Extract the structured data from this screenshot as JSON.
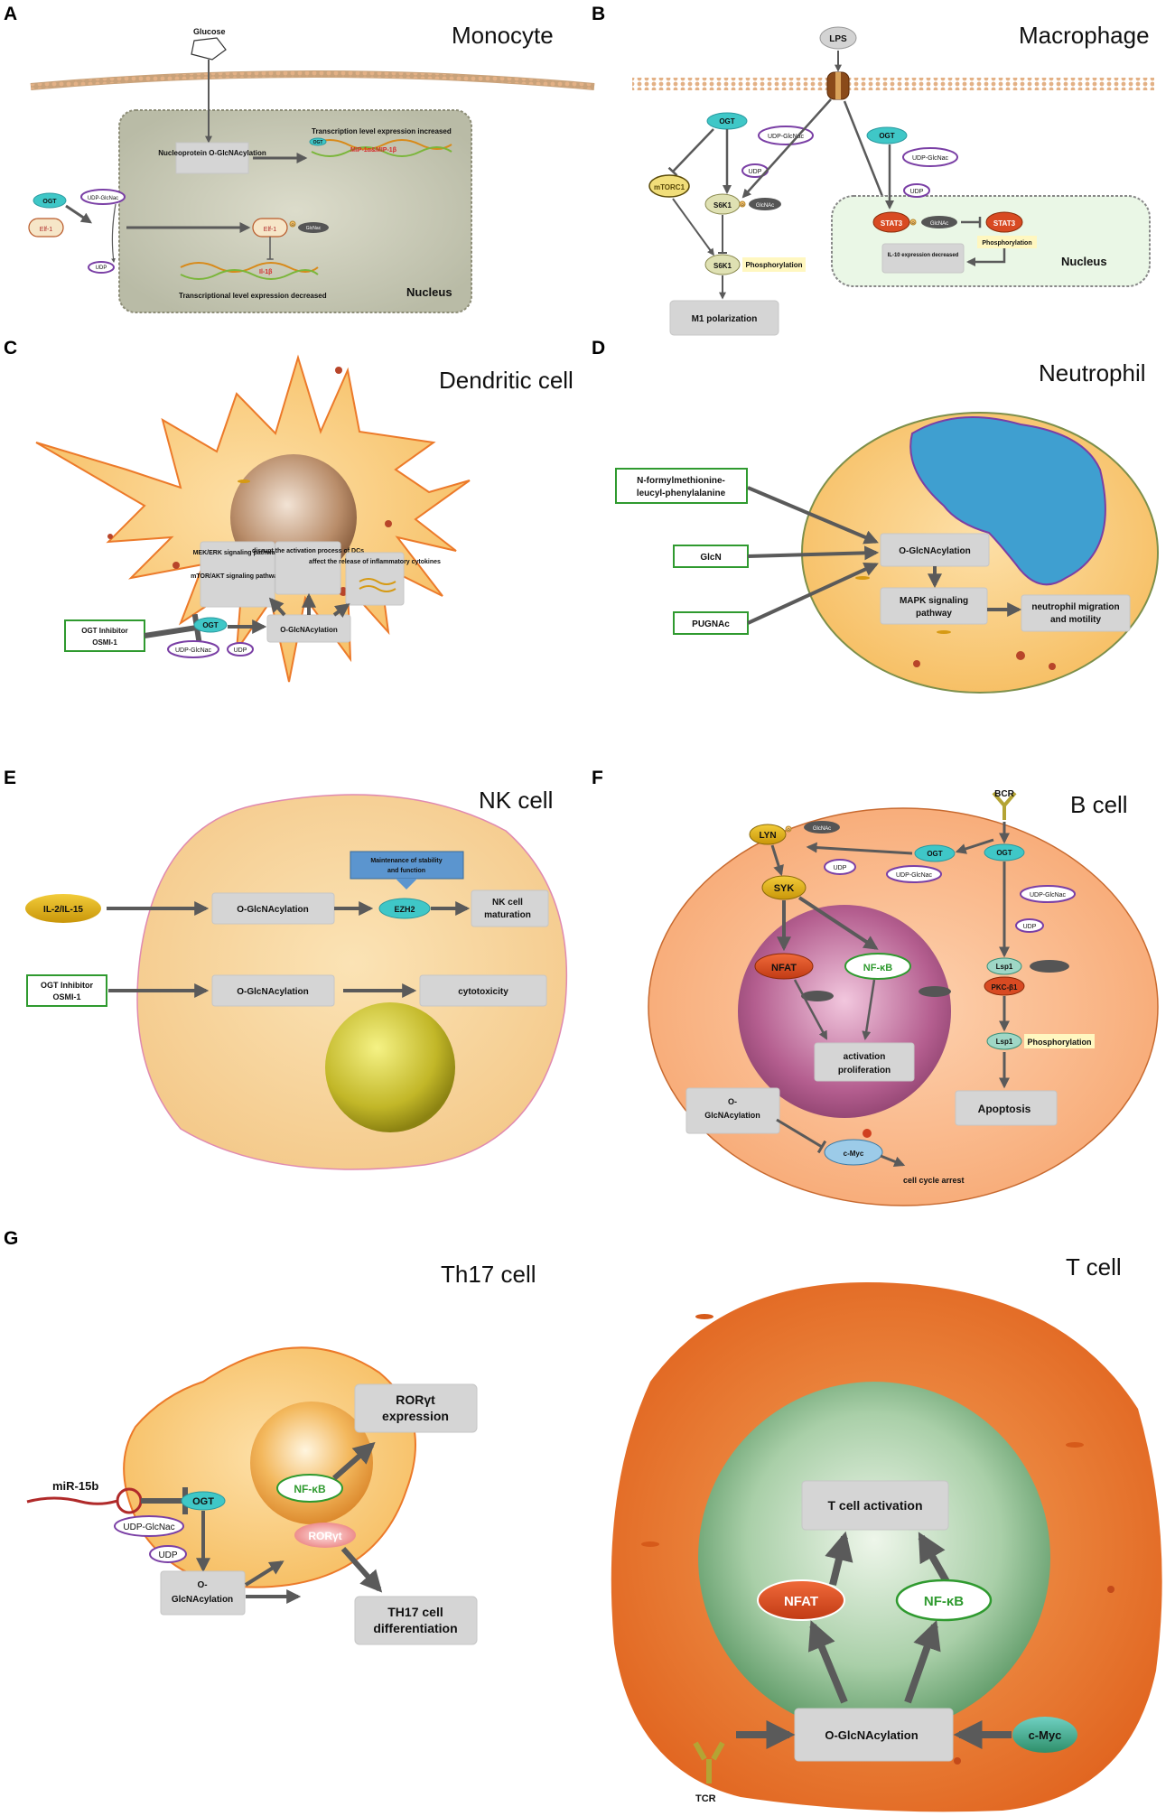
{
  "panels": {
    "a": {
      "label": "A",
      "title": "Monocyte",
      "glucose": "Glucose",
      "o_glcnac_box": "Nucleoprotein O-GlcNAcylation",
      "increased": "Transcription level expression increased",
      "gene_up": "MIP-1α&MIP-1β",
      "ogt": "OGT",
      "ogt_small": "OGT",
      "udp_glcnac": "UDP-GlcNac",
      "udp": "UDP",
      "elf1": "Elf-1",
      "elf1_nuc": "Elf-1",
      "glcnac": "GlcNac",
      "o": "O",
      "gene_down": "Il-1β",
      "decreased": "Transcriptional level expression decreased",
      "nucleus": "Nucleus"
    },
    "b": {
      "label": "B",
      "title": "Macrophage",
      "lps": "LPS",
      "ogt1": "OGT",
      "ogt2": "OGT",
      "udp_glcnac1": "UDP-GlcNac",
      "udp_glcnac2": "UDP-GlcNac",
      "udp1": "UDP",
      "udp2": "UDP",
      "mtorc1": "mTORC1",
      "s6k1a": "S6K1",
      "s6k1b": "S6K1",
      "glcnac1": "GlcNAc",
      "glcnac2": "GlcNAc",
      "o1": "O",
      "o2": "O",
      "phos1": "Phosphorylation",
      "phos2": "Phosphorylation",
      "m1": "M1 polarization",
      "stat3a": "STAT3",
      "stat3b": "STAT3",
      "il10": "IL-10 expression decreased",
      "nucleus": "Nucleus"
    },
    "c": {
      "label": "C",
      "title": "Dendritic cell",
      "mek": "MEK/ERK signaling pathways",
      "mtor": "mTOR/AKT signaling pathways",
      "disrupt": "disrupt the activation process of DCs",
      "affect": "affect the release of inflammatory cytokines",
      "inhib_1": "OGT Inhibitor",
      "inhib_2": "OSMI-1",
      "ogt": "OGT",
      "udp_glcnac": "UDP-GlcNac",
      "udp": "UDP",
      "o_glcnac": "O-GlcNAcylation"
    },
    "d": {
      "label": "D",
      "title": "Neutrophil",
      "fmlp_1": "N-formylmethionine-",
      "fmlp_2": "leucyl-phenylalanine",
      "glcn": "GlcN",
      "pugnac": "PUGNAc",
      "o_glcnac": "O-GlcNAcylation",
      "mapk_1": "MAPK signaling",
      "mapk_2": "pathway",
      "migr_1": "neutrophil migration",
      "migr_2": "and motility"
    },
    "e": {
      "label": "E",
      "title": "NK cell",
      "il": "IL-2/IL-15",
      "o_glcnac1": "O-GlcNAcylation",
      "o_glcnac2": "O-GlcNAcylation",
      "stab_1": "Maintenance of stability",
      "stab_2": "and function",
      "ezh2": "EZH2",
      "nk_1": "NK cell",
      "nk_2": "maturation",
      "inhib_1": "OGT Inhibitor",
      "inhib_2": "OSMI-1",
      "cyto": "cytotoxicity"
    },
    "f": {
      "label": "F",
      "title": "B cell",
      "bcr": "BCR",
      "lyn": "LYN",
      "syk": "SYK",
      "ogt1": "OGT",
      "ogt2": "OGT",
      "udp1": "UDP",
      "udp2": "UDP",
      "udp_glcnac1": "UDP-GlcNac",
      "udp_glcnac2": "UDP-GlcNac",
      "glcnac": "GlcNAc",
      "o": "O",
      "nfat": "NFAT",
      "nfkb": "NF-κB",
      "act_1": "activation",
      "act_2": "proliferation",
      "lsp1a": "Lsp1",
      "lsp1b": "Lsp1",
      "pkc": "PKC-β1",
      "phos": "Phosphorylation",
      "apop": "Apoptosis",
      "oglc_1": "O-",
      "oglc_2": "GlcNAcylation",
      "cmyc": "c-Myc",
      "arrest": "cell cycle arrest"
    },
    "g": {
      "label": "G",
      "title": "Th17 cell",
      "mir": "miR-15b",
      "ogt": "OGT",
      "udp_glcnac": "UDP-GlcNac",
      "udp": "UDP",
      "oglc_1": "O-",
      "oglc_2": "GlcNAcylation",
      "nfkb": "NF-κB",
      "ror": "RORγt",
      "rorexp_1": "RORγt",
      "rorexp_2": "expression",
      "th17_1": "TH17 cell",
      "th17_2": "differentiation"
    },
    "h": {
      "title": "T cell",
      "tact": "T cell activation",
      "nfat": "NFAT",
      "nfkb": "NF-κB",
      "o_glcnac": "O-GlcNAcylation",
      "cmyc": "c-Myc",
      "tcr": "TCR"
    }
  },
  "colors": {
    "ogt_fill": "#3fc7c7",
    "cell_fill": "#f8c66a",
    "nucleus_gray": "#c9c9b4",
    "neutrophil_nucleus": "#3f9fd0",
    "green_border": "#2f9a2f",
    "purple_border": "#7a3fa5",
    "nfat_red": "#d84a22",
    "box_gray": "#d5d5d5"
  }
}
